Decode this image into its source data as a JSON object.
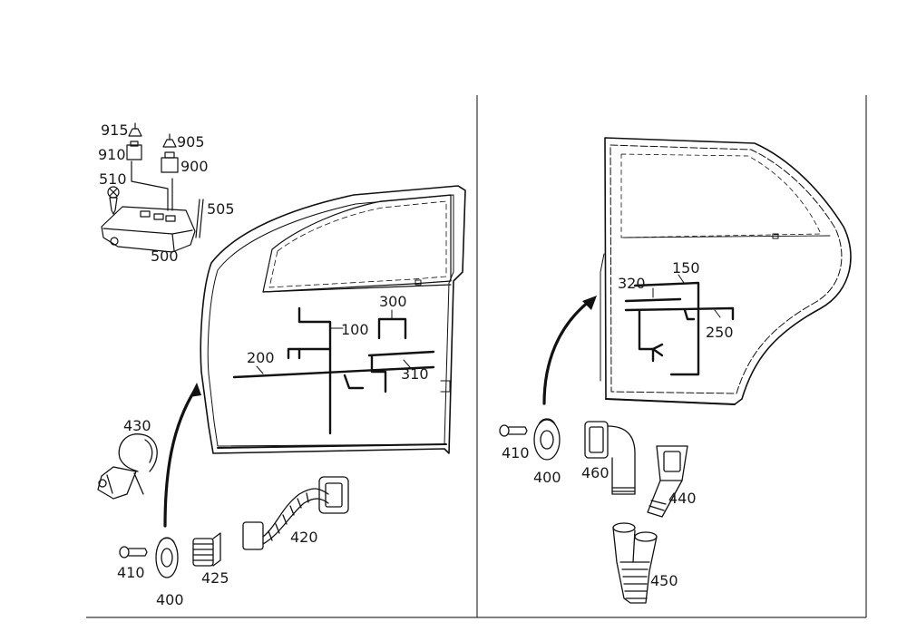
{
  "front_door": {
    "harness_labels": {
      "p100": "100",
      "p200": "200",
      "p300": "300",
      "p310": "310"
    },
    "module_labels": {
      "p500": "500",
      "p505": "505",
      "p510": "510",
      "p900": "900",
      "p905": "905",
      "p910": "910",
      "p915": "915"
    },
    "part_labels": {
      "p400": "400",
      "p410": "410",
      "p420": "420",
      "p425": "425",
      "p430": "430"
    }
  },
  "rear_door": {
    "harness_labels": {
      "p150": "150",
      "p250": "250",
      "p320": "320"
    },
    "part_labels": {
      "p400": "400",
      "p410": "410",
      "p440": "440",
      "p450": "450",
      "p460": "460"
    }
  },
  "colors": {
    "line": "#111111",
    "label": "#1a1a1a"
  }
}
